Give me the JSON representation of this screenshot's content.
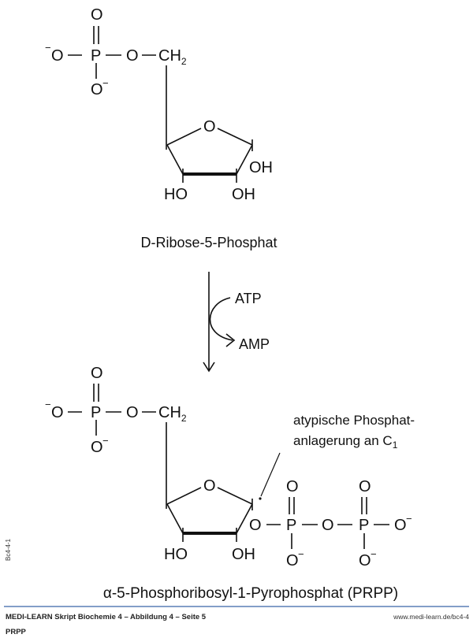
{
  "top_molecule": {
    "name": "D-Ribose-5-Phosphat",
    "atoms": {
      "o_double": "O",
      "o_minus": "O",
      "minus": "−",
      "p": "P",
      "o_bridge": "O",
      "ch": "CH",
      "ch_sub": "2",
      "ring_o": "O",
      "oh": "OH",
      "ho": "HO"
    }
  },
  "reaction": {
    "in": "ATP",
    "out": "AMP"
  },
  "bottom_molecule": {
    "name": "α-5-Phosphoribosyl-1-Pyrophosphat (PRPP)",
    "annotation_line1": "atypische Phosphat-",
    "annotation_line2": "anlagerung an C",
    "annotation_sub": "1"
  },
  "side_label": "Bc4-4-1",
  "footer": {
    "source": "MEDI-LEARN Skript Biochemie 4 – Abbildung 4 – Seite 5",
    "url": "www.medi-learn.de/bc4-4",
    "caption": "PRPP"
  },
  "colors": {
    "footer_rule": "#5a7fb5"
  }
}
